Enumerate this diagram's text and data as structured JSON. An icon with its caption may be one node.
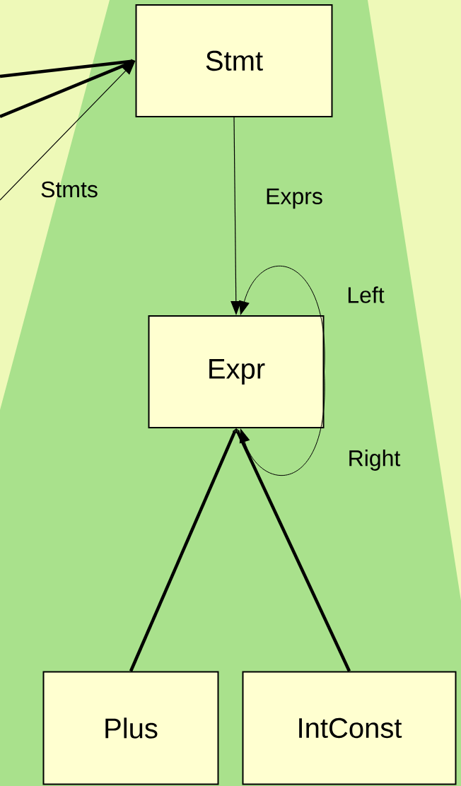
{
  "diagram": {
    "nodes": [
      {
        "text": [
          "Stmt"
        ]
      },
      {
        "text": [
          "Expr"
        ]
      },
      {
        "text": [
          "Plus"
        ]
      },
      {
        "text": [
          "IntConst"
        ]
      }
    ],
    "edges": [
      {
        "from": null,
        "to": 0,
        "arrow": "to",
        "style": "thick"
      },
      {
        "from": null,
        "to": 0,
        "arrow": "to",
        "style": "thick"
      },
      {
        "from": null,
        "to": 0,
        "arrow": "to",
        "label": "Stmts"
      },
      {
        "from": 0,
        "to": 1,
        "arrow": "to",
        "label": "Exprs"
      },
      {
        "from": 1,
        "to": 1,
        "arrow": "to",
        "label": "Left"
      },
      {
        "from": 1,
        "to": 1,
        "arrow": "to",
        "label": "Right"
      },
      {
        "from": 2,
        "to": 1,
        "arrow": "to",
        "style": "thick"
      },
      {
        "from": 3,
        "to": 1,
        "arrow": "to",
        "style": "thick"
      }
    ]
  }
}
